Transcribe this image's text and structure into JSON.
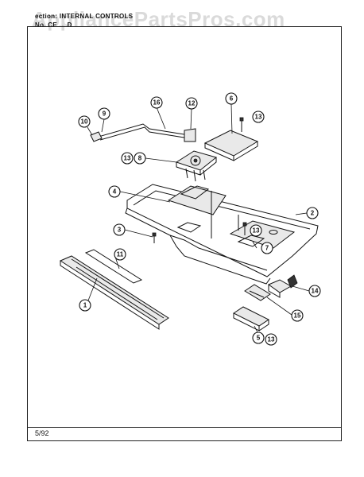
{
  "header": {
    "section": "ection: INTERNAL CONTROLS",
    "model": "No. CE ... D"
  },
  "watermark": "AppliancePartsPros.com",
  "footer": {
    "code": "5/92"
  },
  "callouts": [
    {
      "id": "c1",
      "label": "1"
    },
    {
      "id": "c2",
      "label": "2"
    },
    {
      "id": "c3",
      "label": "3"
    },
    {
      "id": "c4",
      "label": "4"
    },
    {
      "id": "c5",
      "label": "5"
    },
    {
      "id": "c6",
      "label": "6"
    },
    {
      "id": "c7",
      "label": "7"
    },
    {
      "id": "c8",
      "label": "8"
    },
    {
      "id": "c9",
      "label": "9"
    },
    {
      "id": "c10",
      "label": "10"
    },
    {
      "id": "c11",
      "label": "11"
    },
    {
      "id": "c12",
      "label": "12"
    },
    {
      "id": "c13a",
      "label": "13"
    },
    {
      "id": "c13b",
      "label": "13"
    },
    {
      "id": "c13c",
      "label": "13"
    },
    {
      "id": "c13d",
      "label": "13"
    },
    {
      "id": "c14",
      "label": "14"
    },
    {
      "id": "c15",
      "label": "15"
    },
    {
      "id": "c16",
      "label": "16"
    }
  ]
}
